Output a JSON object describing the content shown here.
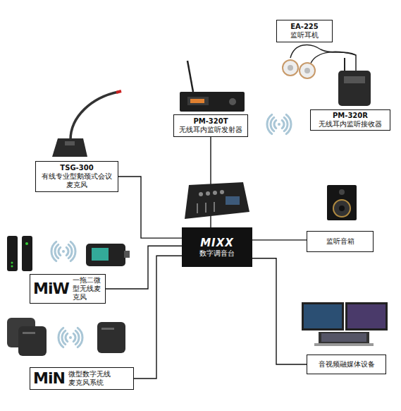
{
  "diagram": {
    "nodes": [
      {
        "text": [
          "EA-225",
          "监听耳机"
        ]
      },
      {
        "text": [
          "PM-320T",
          "无线耳内监听发射器"
        ]
      },
      {
        "text": [
          "PM-320R",
          "无线耳内监听接收器"
        ]
      },
      {
        "text": [
          "TSG-300",
          "有线专业型鹅颈式会议麦克风"
        ]
      },
      {
        "text": [
          "MIXX",
          "数字调音台"
        ]
      },
      {
        "text": [
          "监听音箱"
        ]
      },
      {
        "text": [
          "MiW",
          "一拖二微型无线麦克风"
        ]
      },
      {
        "text": [
          "音视频融媒体设备"
        ]
      },
      {
        "text": [
          "MiN",
          "微型数字无线麦克风系统"
        ]
      }
    ],
    "edges": [
      {
        "from": 1,
        "to": 4,
        "arrow": "none"
      },
      {
        "from": 3,
        "to": 4,
        "arrow": "none"
      },
      {
        "from": 6,
        "to": 4,
        "arrow": "none"
      },
      {
        "from": 8,
        "to": 4,
        "arrow": "none"
      },
      {
        "from": 4,
        "to": 5,
        "arrow": "none"
      },
      {
        "from": 4,
        "to": 7,
        "arrow": "none"
      }
    ]
  }
}
